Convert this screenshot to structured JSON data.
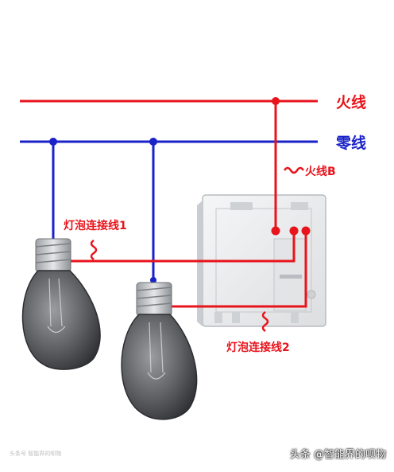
{
  "labels": {
    "live_wire": "火线",
    "neutral_wire": "零线",
    "live_wire_b": "火线B",
    "bulb_wire_1": "灯泡连接线1",
    "bulb_wire_2": "灯泡连接线2"
  },
  "watermark": "头条 @智能界的呗物",
  "corner_mark": "头条号 智能界的呗物",
  "colors": {
    "live": "#e8141c",
    "neutral": "#1a22c8",
    "switch_panel": "#ecedee",
    "bulb_glass": "#5c5e62"
  }
}
